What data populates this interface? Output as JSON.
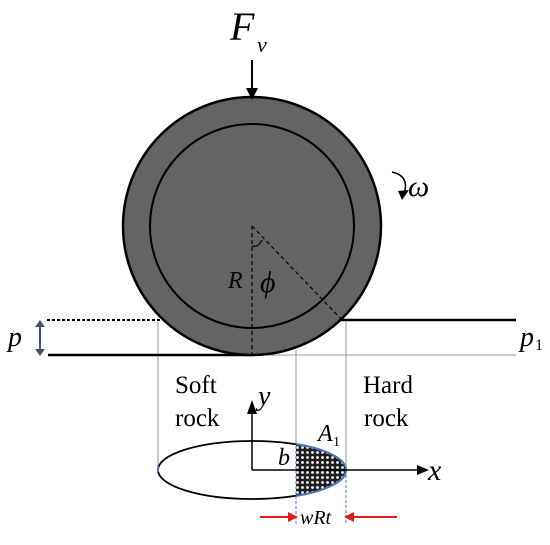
{
  "labels": {
    "force_main": "F",
    "force_sub": "v",
    "omega": "ω",
    "radius": "R",
    "angle": "ϕ",
    "penetration": "p",
    "p1_main": "p",
    "p1_sub": "1",
    "soft_rock_line1": "Soft",
    "soft_rock_line2": "rock",
    "hard_rock_line1": "Hard",
    "hard_rock_line2": "rock",
    "y_axis": "y",
    "x_axis": "x",
    "b_label": "b",
    "area_main": "A",
    "area_sub": "1",
    "width_label": "wRt"
  },
  "colors": {
    "cutter_fill": "#646464",
    "outline": "#000000",
    "thin_line": "#9a9a9a",
    "guide_blue": "#4a78c0",
    "arrow_red": "#e11a1a",
    "arrow_navy": "#44546a",
    "hatch_fill": "#2a2a2a"
  }
}
